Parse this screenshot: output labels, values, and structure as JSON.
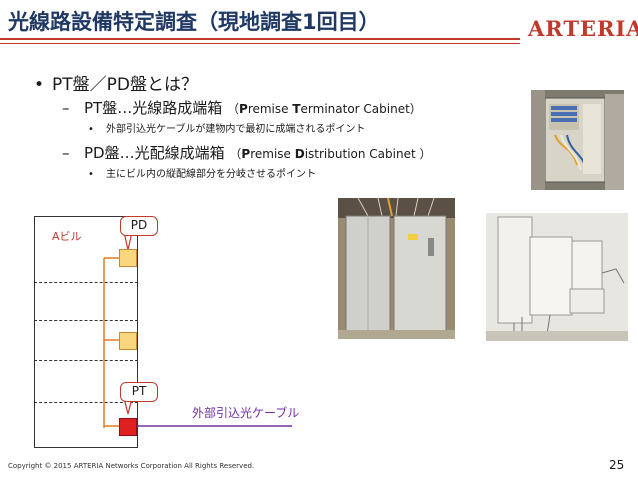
{
  "slide": {
    "title": "光線路設備特定調査（現地調査1回目）",
    "logo": "ARTERIA",
    "main_bullet": "PT盤／PD盤とは？",
    "pt": {
      "label": "PT盤…光線路成端箱",
      "paren_open": "（",
      "en_P": "P",
      "en_remise": "remise ",
      "en_T": "T",
      "en_rest": "erminator Cabinet",
      "paren_close": "）",
      "sub": "外部引込光ケーブルが建物内で最初に成端されるポイント"
    },
    "pd": {
      "label": "PD盤…光配線成端箱",
      "paren_open": "（",
      "en_P": "P",
      "en_remise": "remise ",
      "en_D": "D",
      "en_rest": "istribution Cabinet ",
      "paren_close": "）",
      "sub": "主にビル内の縦配線部分を分岐させるポイント"
    },
    "bullet_dot": "•",
    "dash": "–"
  },
  "diagram": {
    "building_label": "Aビル",
    "pd_callout": "PD",
    "pt_callout": "PT",
    "cable_label": "外部引込光ケーブル",
    "colors": {
      "pd_box": "#f9d77e",
      "pt_box": "#e02020",
      "line": "#e07b1f",
      "cable": "#7030a0",
      "callout_border": "#c0392b"
    }
  },
  "footer": {
    "copyright": "Copyright © 2015 ARTERIA Networks Corporation All Rights Reserved.",
    "page": "25"
  }
}
